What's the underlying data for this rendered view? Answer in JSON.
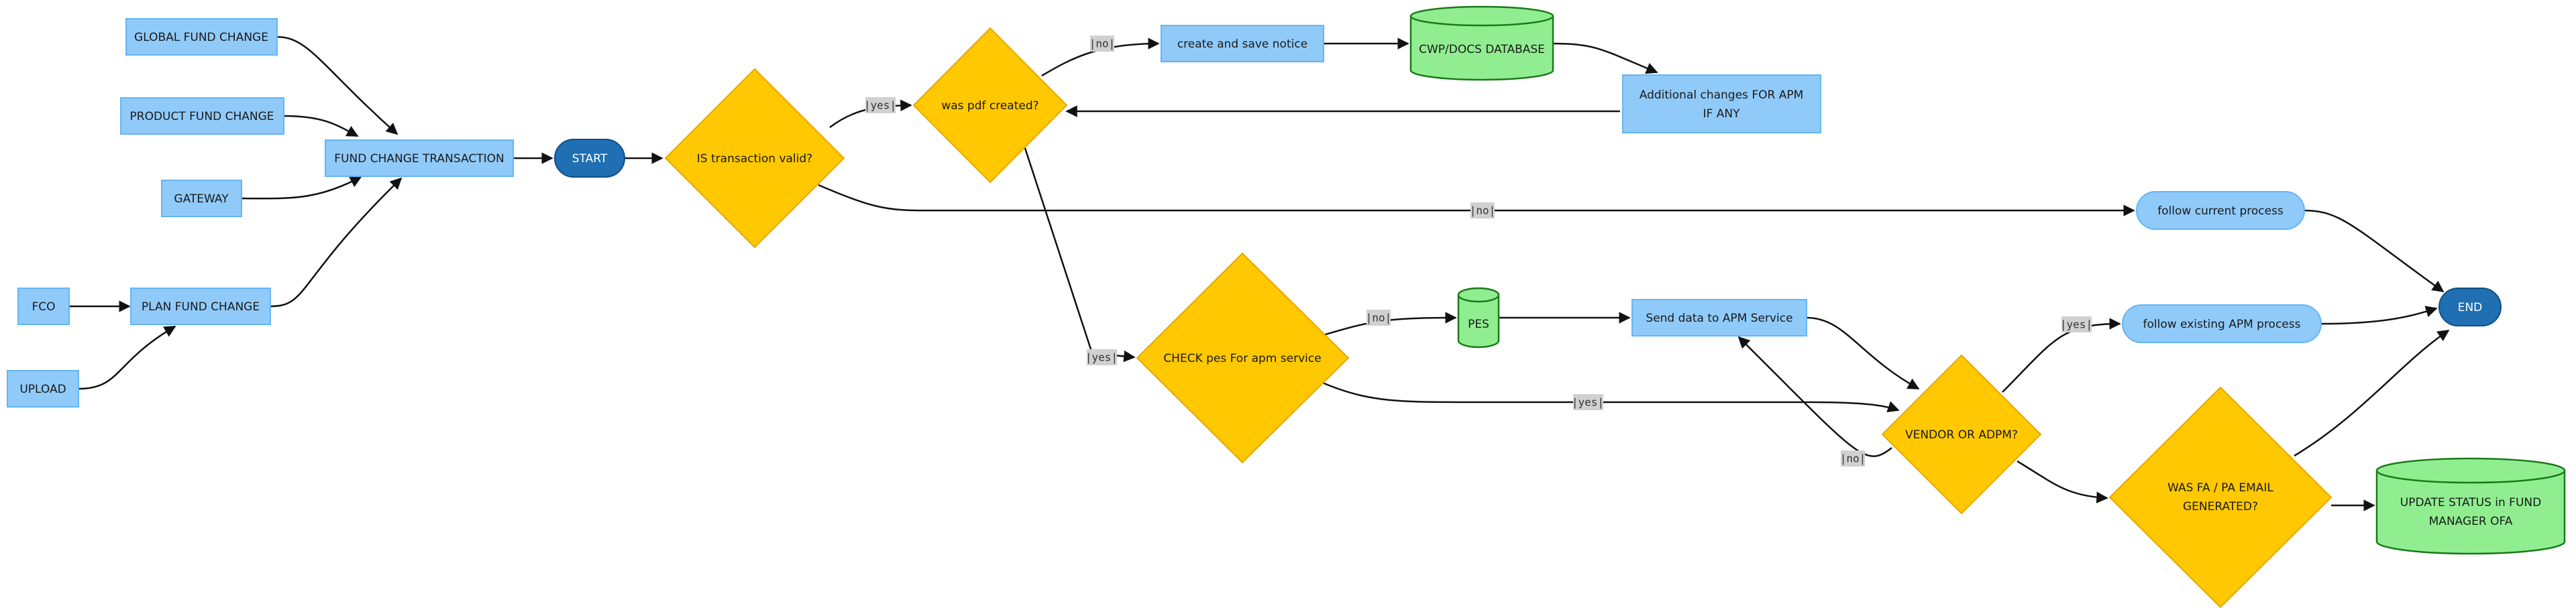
{
  "diagram": {
    "colors": {
      "process_fill": "#90CAF9",
      "decision_fill": "#FFC800",
      "database_fill": "#90EE90",
      "terminal_fill": "#1F6FB2",
      "edge_label_bg": "#D0D0D0"
    },
    "nodes": {
      "global_fund_change": "GLOBAL FUND CHANGE",
      "product_fund_change": "PRODUCT FUND CHANGE",
      "gateway": "GATEWAY",
      "fco": "FCO",
      "plan_fund_change": "PLAN FUND CHANGE",
      "upload": "UPLOAD",
      "fund_change_transaction": "FUND CHANGE TRANSACTION",
      "start": "START",
      "is_transaction_valid": "IS transaction valid?",
      "was_pdf_created": "was pdf created?",
      "create_and_save_notice": "create and save notice",
      "cwp_docs_database": "CWP/DOCS DATABASE",
      "additional_changes_line1": "Additional changes FOR APM",
      "additional_changes_line2": "IF ANY",
      "follow_current_process": "follow current process",
      "end": "END",
      "check_pes": "CHECK pes For apm service",
      "pes": "PES",
      "send_data_to_apm": "Send data to APM Service",
      "vendor_or_adpm": "VENDOR OR ADPM?",
      "follow_existing_apm": "follow existing APM process",
      "was_fa_pa_line1": "WAS FA / PA EMAIL",
      "was_fa_pa_line2": "GENERATED?",
      "update_status_line1": "UPDATE STATUS in FUND",
      "update_status_line2": "MANAGER OFA"
    },
    "edge_labels": {
      "valid_yes": "|yes|",
      "pdf_no": "|no|",
      "valid_no": "|no|",
      "pdf_yes": "|yes|",
      "pes_no": "|no|",
      "pes_yes": "|yes|",
      "vendor_yes": "|yes|",
      "vendor_no": "|no|"
    }
  }
}
